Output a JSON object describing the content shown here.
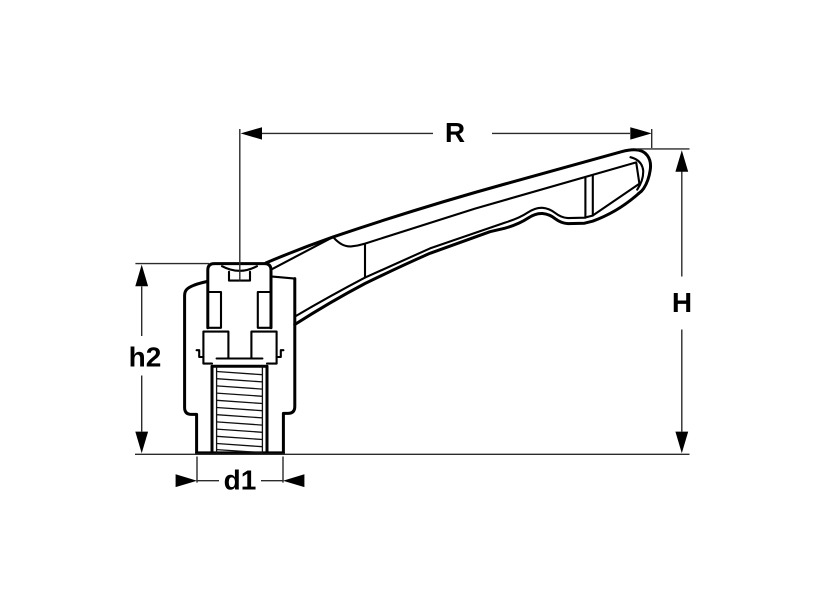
{
  "drawing": {
    "background_color": "#ffffff",
    "outline_color": "#000000",
    "dimension_line_color": "#2b2b2b",
    "subject": "adjustable clamping lever with threaded bushing, side elevation"
  },
  "dimensions": {
    "lever_length_label": "R",
    "overall_height_label": "H",
    "body_height_label": "h2",
    "bushing_diameter_label": "d1"
  }
}
